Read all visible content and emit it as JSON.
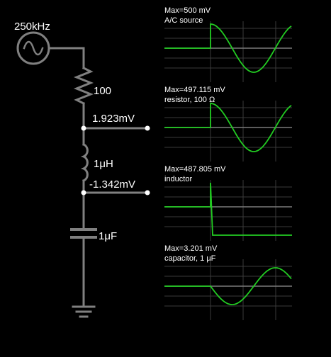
{
  "circuit": {
    "source_freq": "250kHz",
    "resistor_label": "100",
    "node1_voltage": "1.923mV",
    "inductor_label": "1μH",
    "node2_voltage": "-1.342mV",
    "capacitor_label": "1μF"
  },
  "scopes": [
    {
      "max": "Max=500 mV",
      "desc": "A/C source"
    },
    {
      "max": "Max=497.115 mV",
      "desc": "resistor, 100 Ω"
    },
    {
      "max": "Max=487.805 mV",
      "desc": "inductor"
    },
    {
      "max": "Max=3.201 mV",
      "desc": "capacitor, 1 μF"
    }
  ],
  "colors": {
    "background": "#000000",
    "wire": "#808080",
    "trace": "#22cc22",
    "grid": "#3a3a3a",
    "text": "#ffffff"
  }
}
